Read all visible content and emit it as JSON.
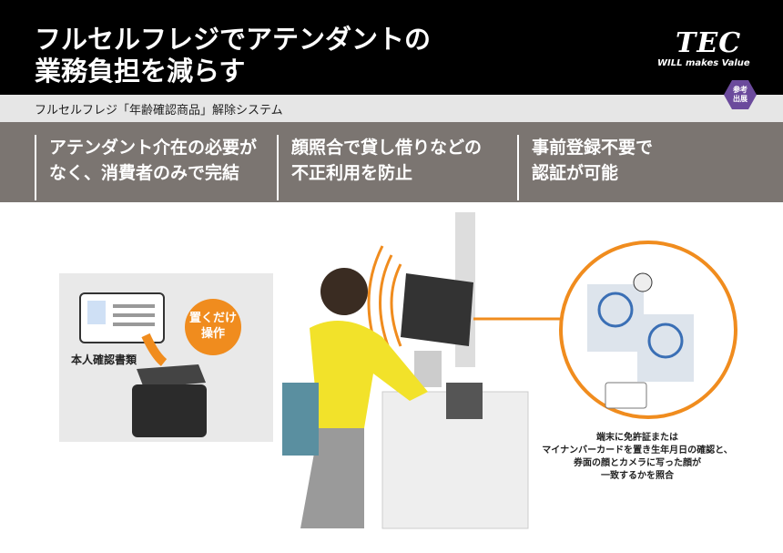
{
  "header": {
    "title_line1": "フルセルフレジでアテンダントの",
    "title_line2": "業務負担を減らす",
    "logo": "TEC",
    "slogan": "WILL makes Value",
    "badge": "参考出展"
  },
  "subtitle": "フルセルフレジ「年齢確認商品」解除システム",
  "features": [
    {
      "line1": "アテンダント介在の必要が",
      "line2": "なく、消費者のみで完結"
    },
    {
      "line1": "顔照合で貸し借りなどの",
      "line2": "不正利用を防止"
    },
    {
      "line1": "事前登録不要で",
      "line2": "認証が可能"
    }
  ],
  "illustration": {
    "badge_line1": "置くだけ",
    "badge_line2": "操作",
    "id_label": "本人確認書類",
    "note": [
      "端末に免許証または",
      "マイナンバーカードを置き生年月日の確認と、",
      "券面の顔とカメラに写った顔が",
      "一致するかを照合"
    ]
  },
  "colors": {
    "accent": "#f08c1e",
    "band": "#7b7571",
    "badge": "#6b4a9c"
  }
}
